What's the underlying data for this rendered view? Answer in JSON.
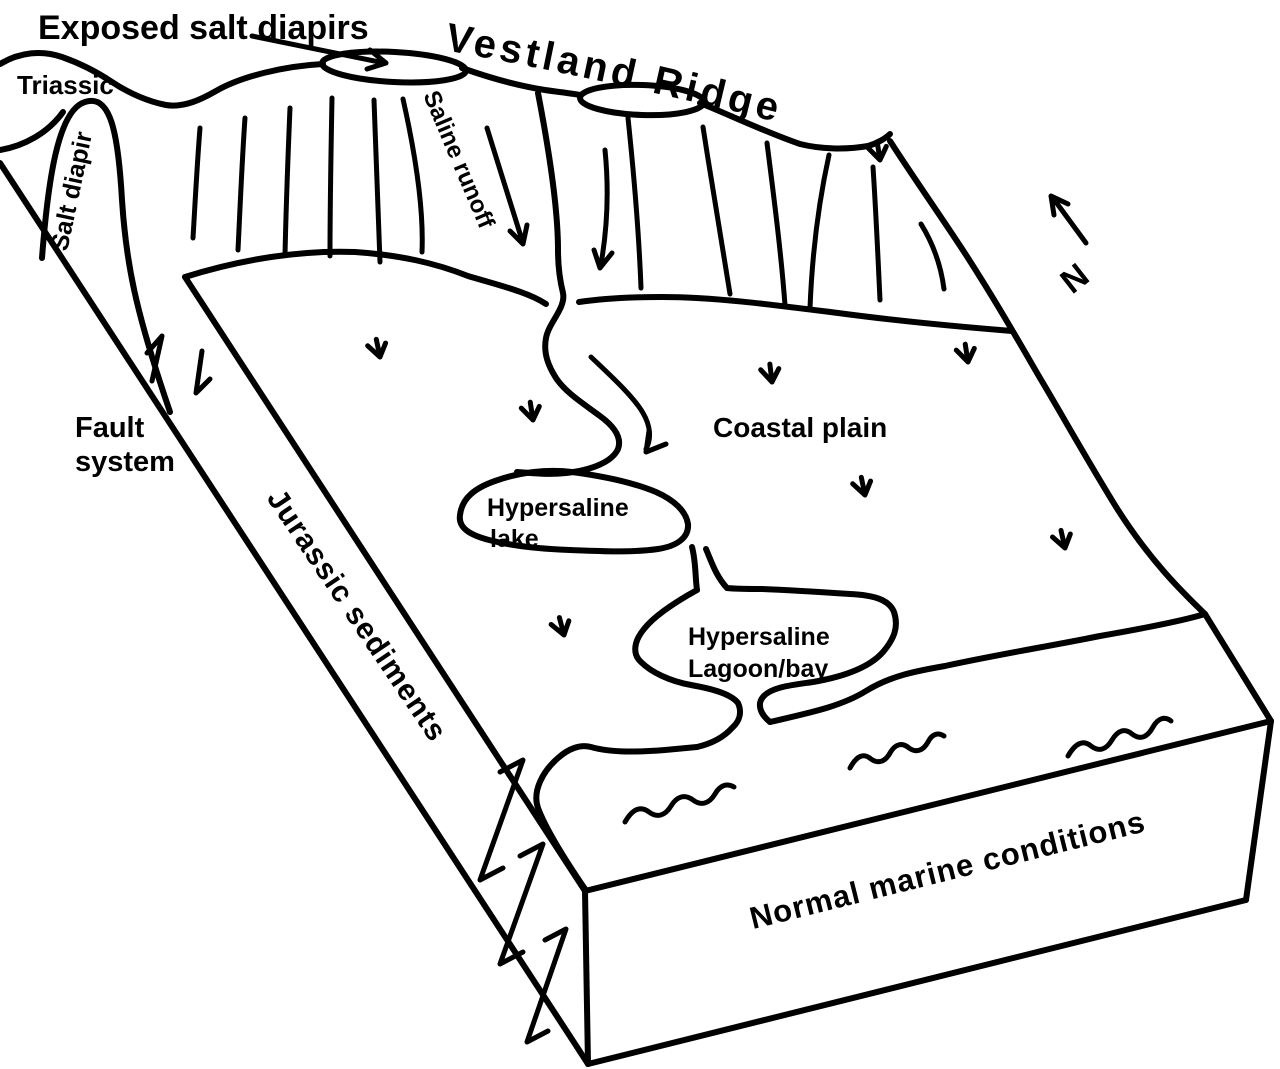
{
  "colors": {
    "ink": "#000000",
    "paper": "#ffffff"
  },
  "labels": {
    "exposed_salt_diapirs": "Exposed salt diapirs",
    "vestland_ridge": "Vestland Ridge",
    "triassic": "Triassic",
    "salt_diapir": "Salt diapir",
    "saline_runoff": "Saline runoff",
    "fault_system": [
      "Fault",
      "system"
    ],
    "jurassic_sediments": "Jurassic sediments",
    "coastal_plain": "Coastal plain",
    "hypersaline_lake": [
      "Hypersaline",
      "lake"
    ],
    "hypersaline_lagoon": [
      "Hypersaline",
      "Lagoon/bay"
    ],
    "normal_marine_conditions": "Normal marine conditions",
    "north": "N"
  }
}
